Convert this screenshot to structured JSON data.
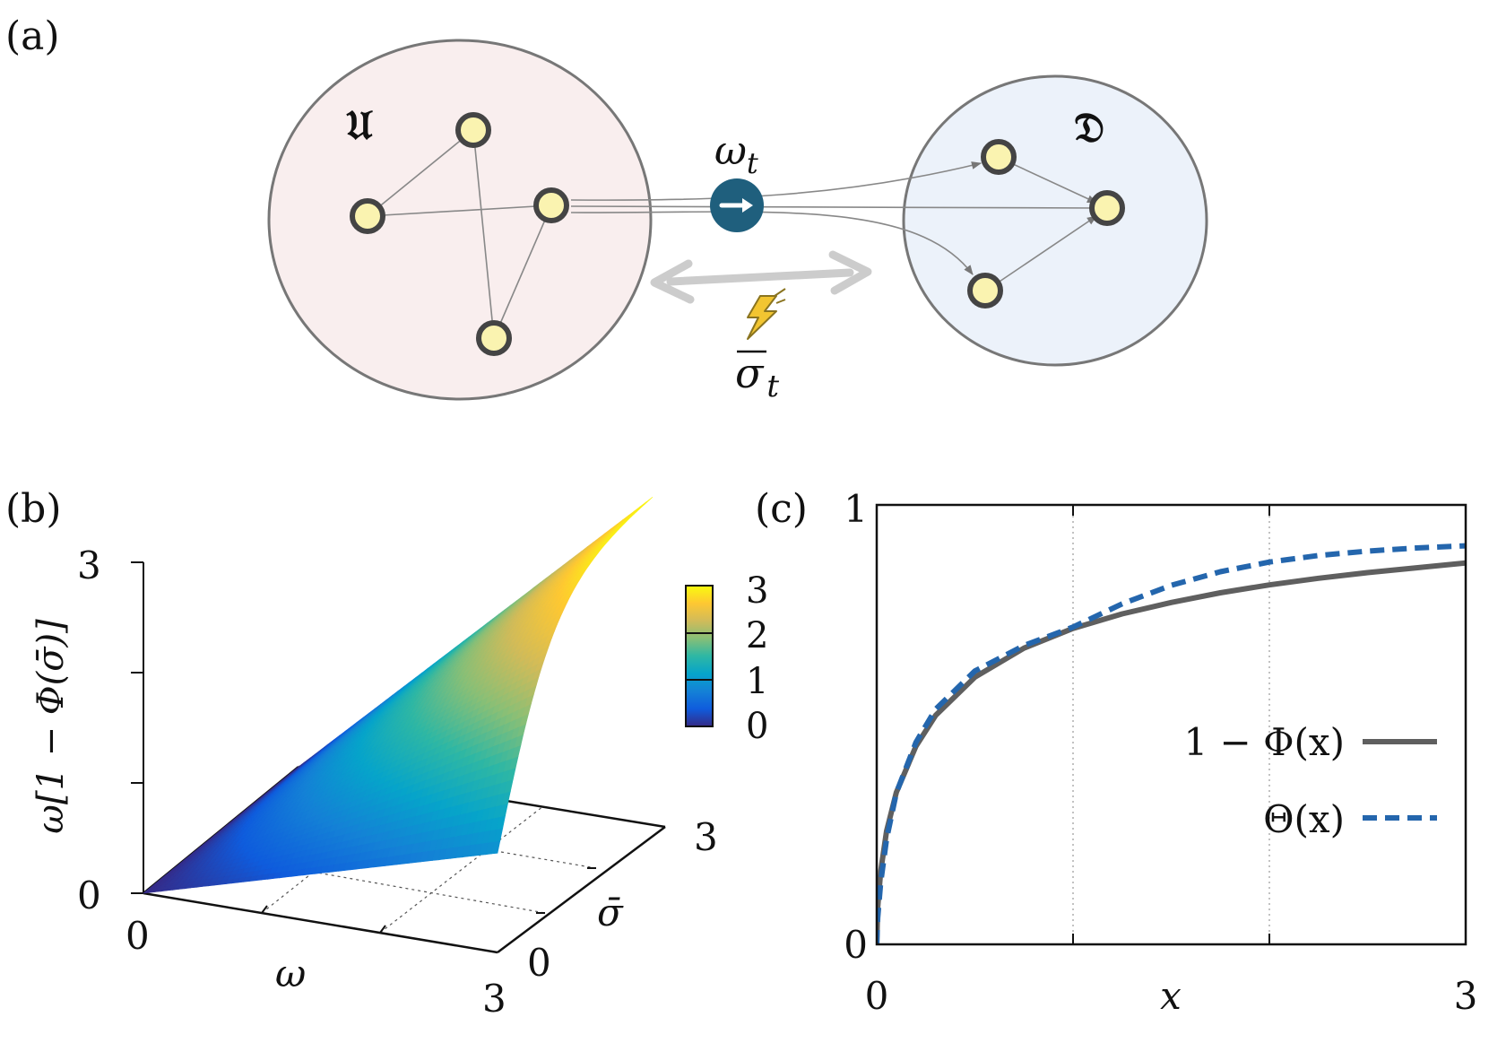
{
  "panel_a": {
    "label": "(a)",
    "left_set_symbol": "𝔘",
    "right_set_symbol": "𝔇",
    "flow_symbol": "ω",
    "flow_subscript": "t",
    "coupling_symbol": "σ",
    "coupling_subscript": "t",
    "colors": {
      "left_fill": "#f9eeee",
      "right_fill": "#ecf2fa",
      "circle_stroke": "#777777",
      "node_fill": "#faf3b0",
      "node_stroke": "#444444",
      "flow_badge": "#1f5f7d",
      "coupling_arrow": "#cccccc",
      "lightning": "#f2c531"
    }
  },
  "panel_b": {
    "label": "(b)",
    "zlabel": "ω[1 − Φ(σ̄)]",
    "xlabel": "ω",
    "ylabel": "σ̄",
    "z_ticks": [
      "0",
      "3"
    ],
    "x_ticks": [
      "0",
      "3"
    ],
    "y_ticks": [
      "0",
      "3"
    ],
    "colorbar_ticks": [
      "0",
      "1",
      "2",
      "3"
    ],
    "colormap": [
      "#352a87",
      "#0f5cdd",
      "#1481d6",
      "#06a4ca",
      "#2eb7a4",
      "#87bf77",
      "#d1bb59",
      "#fec832",
      "#f9fb0e"
    ]
  },
  "chart_data": {
    "type": "line",
    "label": "(c)",
    "xlabel": "x",
    "ylabel": "",
    "xlim": [
      0,
      3
    ],
    "ylim": [
      0,
      1
    ],
    "x_tick_labels": [
      "0",
      "3"
    ],
    "y_tick_labels": [
      "0",
      "1"
    ],
    "grid": "vertical dotted at x=1, x=2",
    "legend_position": "bottom-right",
    "series": [
      {
        "name": "1 − Φ(x)",
        "style": "solid",
        "color": "#5f5f5f",
        "x": [
          0,
          0.005,
          0.02,
          0.05,
          0.1,
          0.2,
          0.3,
          0.5,
          0.75,
          1.0,
          1.25,
          1.5,
          1.75,
          2.0,
          2.25,
          2.5,
          2.75,
          3.0
        ],
        "y": [
          0,
          0.084,
          0.166,
          0.258,
          0.346,
          0.451,
          0.521,
          0.608,
          0.674,
          0.719,
          0.752,
          0.778,
          0.8,
          0.818,
          0.833,
          0.846,
          0.857,
          0.868
        ]
      },
      {
        "name": "Θ(x)",
        "style": "dashed",
        "color": "#2466ad",
        "x": [
          0,
          0.005,
          0.02,
          0.05,
          0.1,
          0.2,
          0.3,
          0.5,
          0.75,
          1.0,
          1.25,
          1.5,
          1.75,
          2.0,
          2.25,
          2.5,
          2.75,
          3.0
        ],
        "y": [
          0,
          0.06,
          0.14,
          0.24,
          0.345,
          0.46,
          0.535,
          0.622,
          0.68,
          0.722,
          0.775,
          0.817,
          0.848,
          0.87,
          0.885,
          0.895,
          0.902,
          0.907
        ]
      }
    ]
  }
}
